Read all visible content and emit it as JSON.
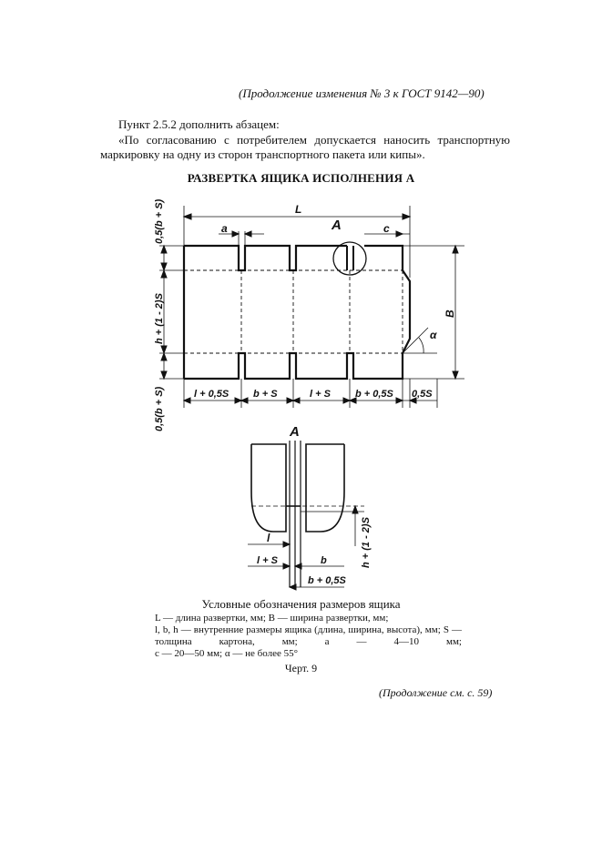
{
  "header": {
    "continuation": "(Продолжение изменения № 3 к ГОСТ 9142—90)"
  },
  "body": {
    "p1": "Пункт 2.5.2 дополнить абзацем:",
    "p2": "«По согласованию с потребителем допускается наносить транспортную маркировку на одну из сторон транспортного пакета или кипы»."
  },
  "figure": {
    "title": "РАЗВЕРТКА ЯЩИКА ИСПОЛНЕНИЯ А",
    "labels": {
      "L": "L",
      "a": "a",
      "A": "A",
      "c": "c",
      "B": "B",
      "alpha": "α",
      "left_top": "0,5(b + S)",
      "left_mid": "h + (1 - 2)S",
      "left_bot": "0,5(b + S)",
      "seg1": "l + 0,5S",
      "seg2": "b + S",
      "seg3": "l + S",
      "seg4": "b + 0,5S",
      "seg5": "0,5S",
      "detail_A": "A",
      "detail_l": "l",
      "detail_lS": "l + S",
      "detail_b": "b",
      "detail_b05": "b + 0,5S",
      "detail_h": "h + (1 - 2)S"
    }
  },
  "legend": {
    "title": "Условные обозначения размеров ящика",
    "lines": [
      "L — длина развертки, мм; B — ширина развертки, мм;",
      "l, b, h — внутренние размеры ящика (длина, ширина, высота), мм; S — толщина картона, мм; a — 4—10 мм;",
      "c — 20—50 мм; α — не более 55°"
    ]
  },
  "chert": "Черт. 9",
  "footer": {
    "continuation": "(Продолжение см. с. 59)"
  }
}
